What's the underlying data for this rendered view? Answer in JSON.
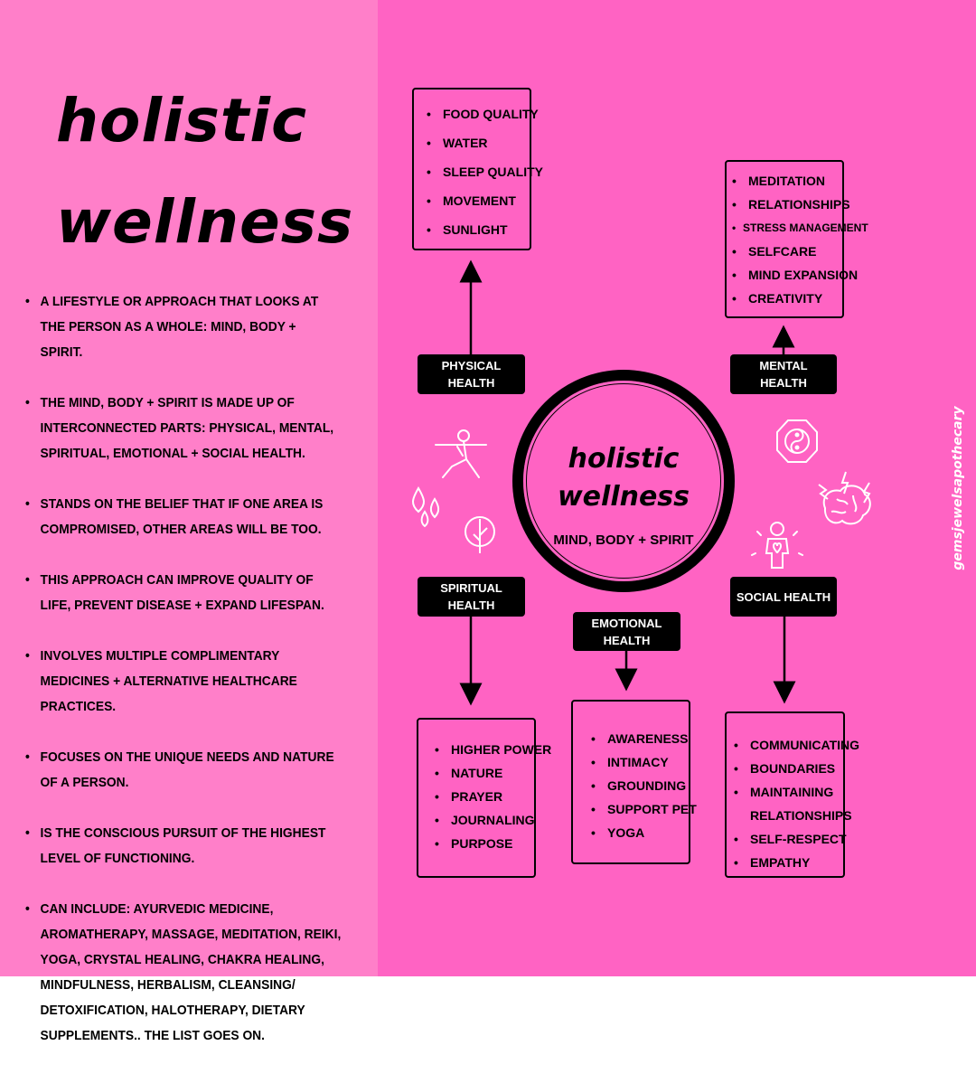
{
  "title": {
    "line1": "holistic",
    "line2": "wellness"
  },
  "description_bullets": [
    "A lifestyle or approach that looks at the person as a whole: mind, body + spirit.",
    "The mind, body + spirit is made up of interconnected parts: physical, mental, spiritual, emotional + social health.",
    "Stands on the belief that if one area is compromised, other areas will be too.",
    "This approach can improve quality of life, prevent disease + expand lifespan.",
    "Involves multiple complimentary medicines + alternative healthcare practices.",
    "Focuses on the unique needs and nature of a person.",
    "Is the conscious pursuit of the highest level of functioning.",
    "Can include: Ayurvedic medicine, aromatherapy, massage, meditation, reiki, yoga, crystal healing, chakra healing, mindfulness, herbalism, cleansing/ detoxification, halotherapy, dietary supplements.. the list goes on."
  ],
  "center": {
    "title_line1": "holistic",
    "title_line2": "wellness",
    "subtitle": "MIND, BODY + SPIRIT"
  },
  "nodes": {
    "physical": {
      "label_line1": "PHYSICAL",
      "label_line2": "HEALTH",
      "items": [
        "FOOD QUALITY",
        "WATER",
        "SLEEP QUALITY",
        "MOVEMENT",
        "SUNLIGHT"
      ]
    },
    "mental": {
      "label": "MENTAL HEALTH",
      "items": [
        "MEDITATION",
        "RELATIONSHIPS",
        "STRESS MANAGEMENT",
        "SELFCARE",
        "MIND EXPANSION",
        "CREATIVITY"
      ]
    },
    "spiritual": {
      "label_line1": "SPIRITUAL",
      "label_line2": "HEALTH",
      "items": [
        "HIGHER POWER",
        "NATURE",
        "PRAYER",
        "JOURNALING",
        "PURPOSE"
      ]
    },
    "emotional": {
      "label_line1": "EMOTIONAL",
      "label_line2": "HEALTH",
      "items": [
        "AWARENESS",
        "INTIMACY",
        "GROUNDING",
        "SUPPORT PET",
        "YOGA"
      ]
    },
    "social": {
      "label": "SOCIAL HEALTH",
      "items": [
        "COMMUNICATING",
        "BOUNDARIES",
        "MAINTAINING",
        "RELATIONSHIPS",
        "SELF-RESPECT",
        "EMPATHY"
      ]
    }
  },
  "icons": [
    "yoga-figure-icon",
    "water-drops-icon",
    "tree-icon",
    "yin-yang-icon",
    "brain-icon",
    "heart-person-icon"
  ],
  "watermark": "gemsjewelsapothecary",
  "colors": {
    "left_bg": "#ff7fc9",
    "right_bg": "#ff63c3",
    "ink": "#000000",
    "icon_stroke": "#ffffff"
  }
}
